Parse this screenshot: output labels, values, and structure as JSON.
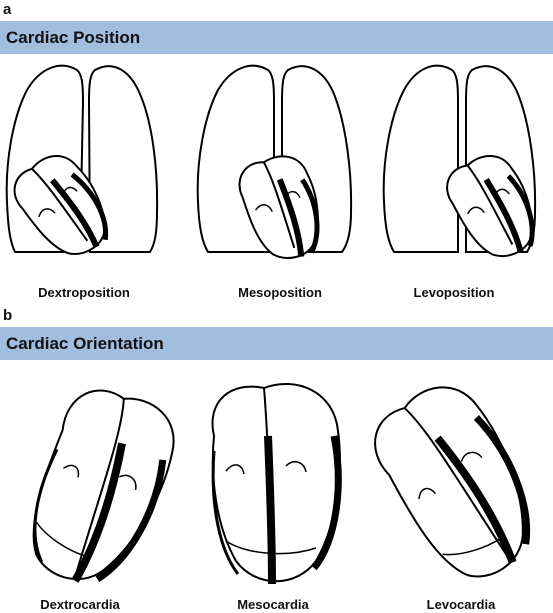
{
  "panels": {
    "a": {
      "letter": "a",
      "title": "Cardiac Position",
      "captions": [
        "Dextroposition",
        "Mesoposition",
        "Levoposition"
      ]
    },
    "b": {
      "letter": "b",
      "title": "Cardiac Orientation",
      "captions": [
        "Dextrocardia",
        "Mesocardia",
        "Levocardia"
      ]
    }
  },
  "colors": {
    "banner": "#a2bedf",
    "outline": "#000000",
    "background": "#ffffff"
  }
}
